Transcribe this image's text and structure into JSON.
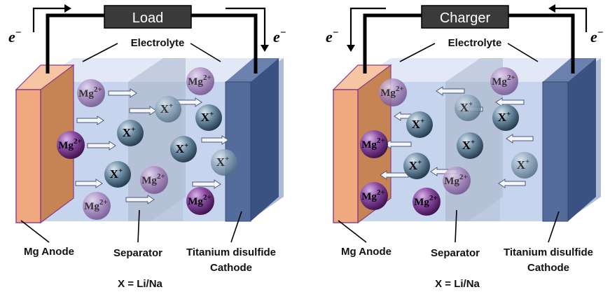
{
  "colors": {
    "anode": "#f0a97e",
    "anode_side": "#c68353",
    "anode_edge": "#8b3a8a",
    "electrolyte": "#c6d4ee",
    "separator": "#a9b6cc",
    "cathode": "#4a6494",
    "cathode_side": "#3a5282",
    "mg_ion": "#7b3e8e",
    "x_ion": "#4e6f88",
    "wire": "#000000",
    "box": "#3a3a3a"
  },
  "labels": {
    "electron": "e",
    "electron_sup": "−",
    "mg_ion": "Mg",
    "mg_charge": "2+",
    "x_ion": "X",
    "x_charge": "+"
  },
  "panels": [
    {
      "id": "discharge",
      "box_label": "Load",
      "electrolyte": "Electrolyte",
      "anode": "Mg Anode",
      "separator": "Separator",
      "cathode_line1": "Titanium disulfide",
      "cathode_line2": "Cathode",
      "note": "X = Li/Na"
    },
    {
      "id": "charge",
      "box_label": "Charger",
      "electrolyte": "Electrolyte",
      "anode": "Mg Anode",
      "separator": "Separator",
      "cathode_line1": "Titanium disulfide",
      "cathode_line2": "Cathode",
      "note": "X = Li/Na"
    }
  ]
}
